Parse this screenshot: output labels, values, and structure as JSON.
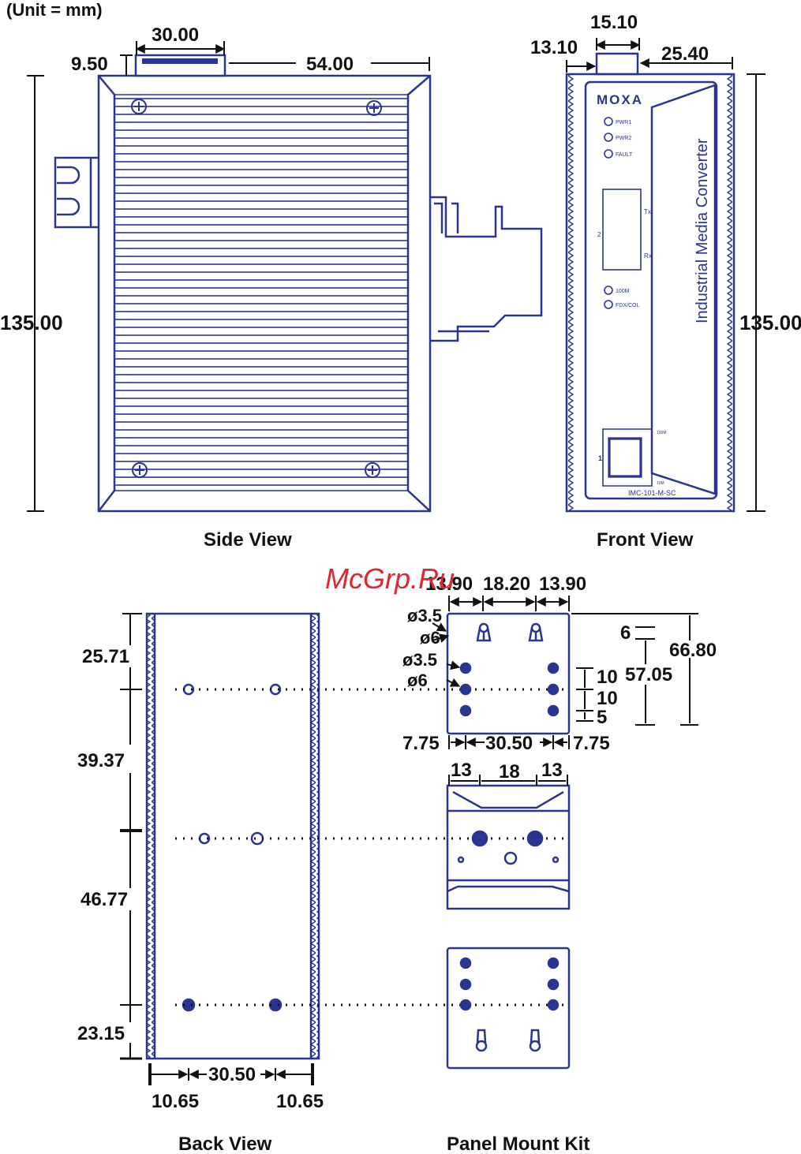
{
  "unit_note": "(Unit = mm)",
  "watermark": "McGrp.Ru",
  "colors": {
    "outline": "#2a3590",
    "dimension": "#111111",
    "watermark": "#e0262f"
  },
  "side_view": {
    "caption": "Side View",
    "dims": {
      "top_width": "30.00",
      "top_offset": "9.50",
      "top_right": "54.00",
      "height": "135.00"
    }
  },
  "front_view": {
    "caption": "Front View",
    "dims": {
      "connector_width": "15.10",
      "left": "13.10",
      "right": "25.40",
      "height": "135.00"
    },
    "brand": "MOXA",
    "product_title": "Industrial Media Converter",
    "leds": [
      "PWR1",
      "PWR2",
      "FAULT"
    ],
    "fiber_port": {
      "number": "2",
      "tx": "Tx",
      "rx": "Rx"
    },
    "port_leds": [
      "100M",
      "FDX/COL"
    ],
    "rj45": {
      "number": "1",
      "speed_top": "100M",
      "speed_bottom": "10M"
    },
    "model": "IMC-101-M-SC"
  },
  "back_view": {
    "caption": "Back View",
    "dims": {
      "seg1": "25.71",
      "seg2": "39.37",
      "seg3": "46.77",
      "seg4": "23.15",
      "hole_spacing": "30.50",
      "left_margin": "10.65",
      "right_margin": "10.65"
    }
  },
  "panel_mount_kit": {
    "caption": "Panel Mount Kit",
    "top_plate": {
      "top_dims": [
        "13.90",
        "18.20",
        "13.90"
      ],
      "bottom_dims": [
        "7.75",
        "30.50",
        "7.75"
      ],
      "hole_labels": [
        "ø3.5",
        "ø6",
        "ø3.5",
        "ø6"
      ],
      "right_dims": {
        "d6": "6",
        "d10a": "10",
        "d10b": "10",
        "d5": "5",
        "d57": "57.05",
        "d66": "66.80"
      }
    },
    "din_rail": {
      "top_dims": [
        "13",
        "18",
        "13"
      ]
    }
  }
}
